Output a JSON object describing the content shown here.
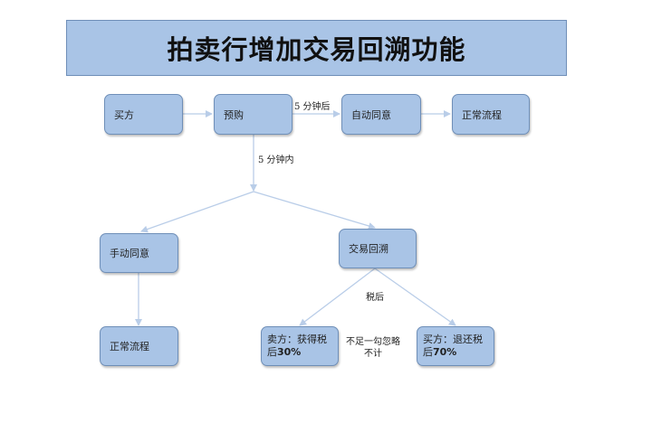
{
  "title": "拍卖行增加交易回溯功能",
  "nodes": {
    "buyer": "买方",
    "presale": "预购",
    "auto_agree": "自动同意",
    "normal_flow_top": "正常流程",
    "manual_agree": "手动同意",
    "trade_rollback": "交易回溯",
    "normal_flow_bottom": "正常流程",
    "seller_gain": {
      "line1": "卖方：获得税",
      "line2_prefix": "后",
      "line2_value": "30%"
    },
    "buyer_refund": {
      "line1": "买方：退还税",
      "line2_prefix": "后",
      "line2_value": "70%"
    }
  },
  "labels": {
    "after_5min": "5 分钟后",
    "within_5min": "5 分钟内",
    "after_tax": "税后",
    "ignore_line1": "不足一勾忽略",
    "ignore_line2": "不计"
  },
  "colors": {
    "node_fill": "#a9c4e6",
    "node_border": "#6f8fb8",
    "edge": "#b9cde8"
  }
}
